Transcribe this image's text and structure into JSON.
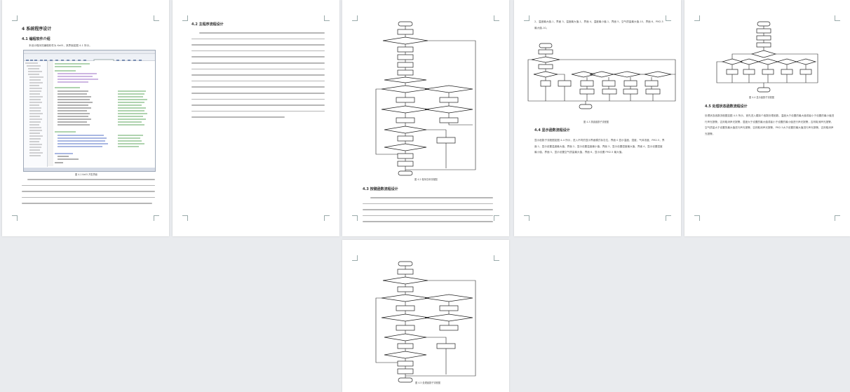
{
  "pages": [
    {
      "heading1": "4 系统程序设计",
      "heading2": "4.1 编程软件介绍",
      "intro": "本设计程序的编程软件为 Keil5，其界面如图 4-1 所示。",
      "figure_caption": "图 4-1 Keil5 开发界面"
    },
    {
      "heading2": "4.2 主程序流程设计"
    },
    {
      "figure_caption": "图 4-2 程序总体流程图",
      "heading2": "4.3 按键函数流程设计"
    },
    {
      "top_text": "2、温度最大值-1，界面 3，温度最大值-1，界面 4，温度最小值-1，界面 5，空气质量最大值-10，界面 6，PM2.5 最大值-10。",
      "figure_caption": "图 4-3 按键函数子流程图",
      "heading2": "4.4 显示函数流程设计",
      "body_text": "显示函数子流程图如图 4-4 所示，进入不同的显示界面模式标志位，界面 0 显示温度、湿度、气体浓度、PM2.5，界面 1，显示设置温度最大值，界面 2，显示设置温度最小值，界面 3，显示设置湿度最大值，界面 4，显示设置湿度最小值，界面 5，显示设置空气质量最大值，界面 6，显示设置 PM2.5 最大值。"
    },
    {
      "figure_caption": "图 4-4 显示函数子流程图",
      "heading2": "4.5 处理状态函数流程设计",
      "body_text": "处理状态函数流程图如图 4-5 所示，首先进入模拟个函数处理函数，温度大于设置的最大值或者小于设置的最小值进行声光报警，否则取消声光报警，湿度大于设置的最大值或者小于设置的最小值进行声光报警，否则取消声光报警，空气质量大于设置的最大值进行声光报警，否则取消声光报警，PM2.5大于设置的最大值进行声光报警，否则取消声光报警。"
    },
    {
      "figure_caption": "图 4-5 处理函数子流程图"
    }
  ]
}
